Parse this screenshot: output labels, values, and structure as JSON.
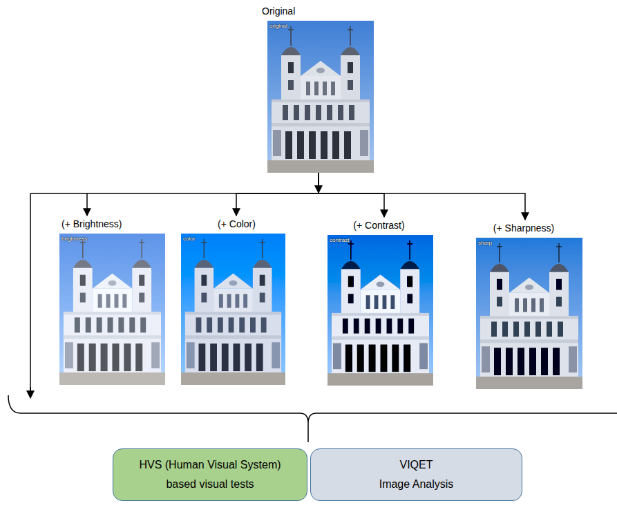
{
  "diagram": {
    "nodes": [
      {
        "text": [
          "Original",
          "original"
        ]
      },
      {
        "text": [
          "(+ Brightness)",
          "brightness"
        ]
      },
      {
        "text": [
          "(+ Color)",
          "color"
        ]
      },
      {
        "text": [
          "(+ Contrast)",
          "contrast"
        ]
      },
      {
        "text": [
          "(+ Sharpness)",
          "sharp"
        ]
      },
      {
        "text": [
          "HVS (Human Visual System) based visual tests"
        ]
      },
      {
        "text": [
          "VIQET",
          "Image Analysis"
        ]
      }
    ],
    "edges": [
      {
        "from": 0,
        "to": 1,
        "arrow": "to"
      },
      {
        "from": 0,
        "to": 2,
        "arrow": "to"
      },
      {
        "from": 0,
        "to": 3,
        "arrow": "to"
      },
      {
        "from": 0,
        "to": 4,
        "arrow": "to"
      }
    ]
  }
}
